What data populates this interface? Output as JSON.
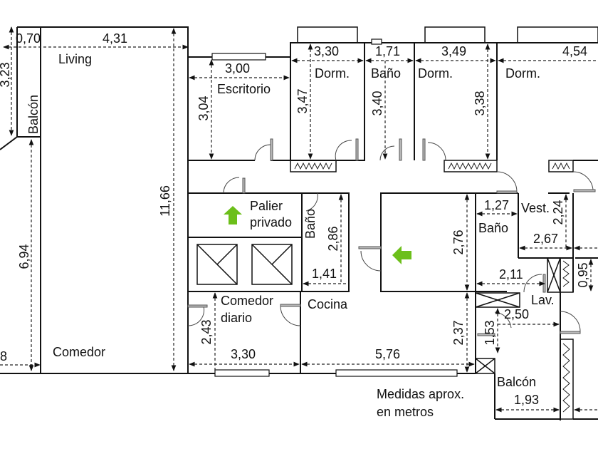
{
  "plan": {
    "note_line1": "Medidas aprox.",
    "note_line2": "en metros",
    "accent_color": "#6cbf1a",
    "rooms": {
      "living": "Living",
      "balcon_left": "Balcón",
      "comedor": "Comedor",
      "escritorio": "Escritorio",
      "dorm1": "Dorm.",
      "bano_top": "Baño",
      "dorm2": "Dorm.",
      "dorm3": "Dorm.",
      "palier_1": "Palier",
      "palier_2": "privado",
      "bano_small": "Baño",
      "comedor_diario_1": "Comedor",
      "comedor_diario_2": "diario",
      "cocina": "Cocina",
      "bano_right": "Baño",
      "vest": "Vest.",
      "lav": "Lav.",
      "balcon_right": "Balcón"
    },
    "dimensions": {
      "balcon_width": "0,70",
      "living_width": "4,31",
      "balcon_height": "3,23",
      "left_height": "6,94",
      "left_bottom": "8",
      "living_height": "11,66",
      "escritorio_width": "3,00",
      "escritorio_height": "3,04",
      "dorm1_width": "3,30",
      "dorm1_height": "3,47",
      "bano_top_width": "1,71",
      "bano_top_height": "3,40",
      "dorm2_width": "3,49",
      "dorm2_height": "3,38",
      "dorm3_width": "4,54",
      "bano_small_height": "2,86",
      "bano_small_width": "1,41",
      "comedor_diario_height": "2,43",
      "comedor_diario_width": "3,30",
      "cocina_width": "5,76",
      "cocina_height": "2,37",
      "hall_height": "2,76",
      "bano_right_width": "1,27",
      "vest_height": "2,24",
      "vest_width": "2,67",
      "lav_width": "2,11",
      "lav_height": "0,95",
      "balcon_right_top": "2,50",
      "balcon_right_height": "1,53",
      "balcon_right_width": "1,93"
    }
  }
}
